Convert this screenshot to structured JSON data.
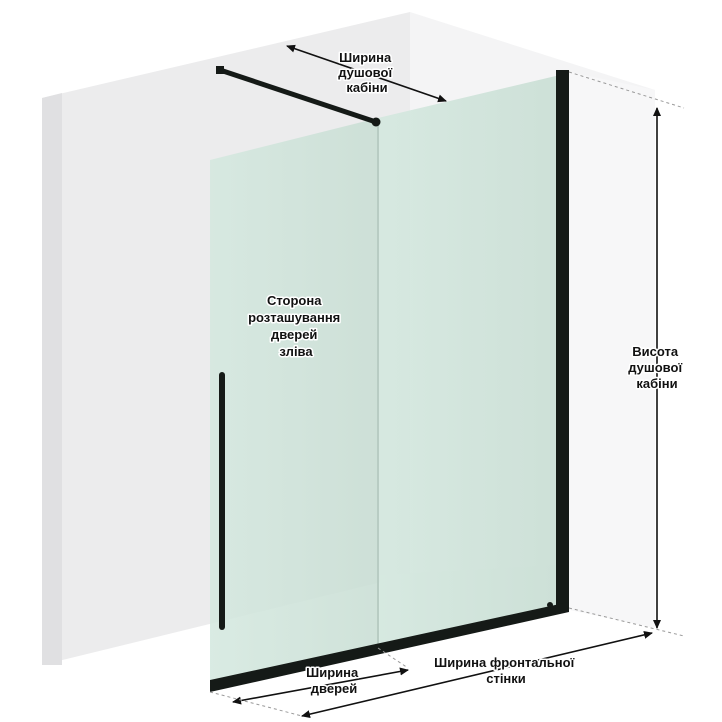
{
  "colors": {
    "wall": "#e8e8e9",
    "wall_light": "#f3f3f4",
    "glass": "#cfe3da",
    "frame": "#151a17",
    "arrow": "#111111"
  },
  "labels": {
    "shower_width": [
      "Ширина",
      "душової",
      "кабіни"
    ],
    "door_side": [
      "Сторона",
      "розташування",
      "дверей",
      "зліва"
    ],
    "shower_height": [
      "Висота",
      "душової",
      "кабіни"
    ],
    "door_width": [
      "Ширина",
      "дверей"
    ],
    "front_width": [
      "Ширина фронтальної",
      "стінки"
    ]
  }
}
